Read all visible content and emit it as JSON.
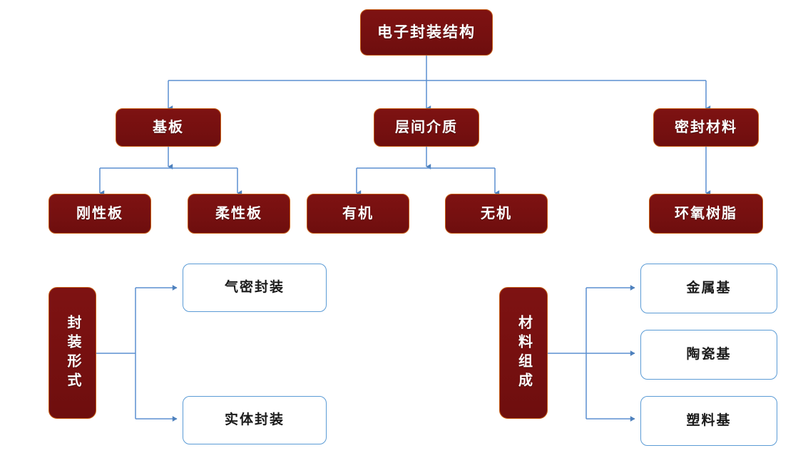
{
  "diagram": {
    "title": "电子封装结构",
    "colors": {
      "node_fill": "#7C1010",
      "node_border": "#C55A11",
      "node_text": "#FFFFFF",
      "leaf_fill": "#FFFFFF",
      "leaf_border": "#5B9BD5",
      "leaf_text": "#1A1A1A",
      "connector": "#5B8FD0",
      "background": "#FFFFFF"
    },
    "tree": {
      "root": {
        "label": "电子封装结构"
      },
      "level2": [
        {
          "label": "基板"
        },
        {
          "label": "层间介质"
        },
        {
          "label": "密封材料"
        }
      ],
      "level3": [
        {
          "label": "刚性板"
        },
        {
          "label": "柔性板"
        },
        {
          "label": "有机"
        },
        {
          "label": "无机"
        },
        {
          "label": "环氧树脂"
        }
      ]
    },
    "group_left": {
      "parent": {
        "label": "封装形式"
      },
      "children": [
        {
          "label": "气密封装"
        },
        {
          "label": "实体封装"
        }
      ]
    },
    "group_right": {
      "parent": {
        "label": "材料组成"
      },
      "children": [
        {
          "label": "金属基"
        },
        {
          "label": "陶瓷基"
        },
        {
          "label": "塑料基"
        }
      ]
    }
  }
}
